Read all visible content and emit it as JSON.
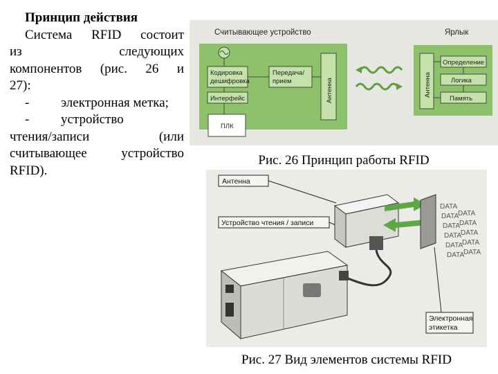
{
  "text": {
    "heading": "Принцип действия",
    "line1_words": [
      "Система",
      "RFID",
      "состоит"
    ],
    "line2_words": [
      "из",
      "следующих"
    ],
    "line3_words": [
      "компонентов",
      "(рис.",
      "26",
      "и"
    ],
    "line4": "27):",
    "bullet_dash": "-",
    "bullet1": "электронная метка;",
    "bullet2": "устройство",
    "line7_words": [
      "чтения/записи",
      "(или"
    ],
    "line8_words": [
      "считывающее",
      "устройство"
    ],
    "line9": "RFID)."
  },
  "fig26": {
    "reader_title": "Считывающее устройство",
    "tag_title": "Ярлык",
    "coding": [
      "Кодировка",
      "дешифровка"
    ],
    "transfer": [
      "Передача/",
      "прием"
    ],
    "antenna": "Антенна",
    "interface": "Интерфейс",
    "plc": "ПЛК",
    "tag_antenna": "Антенна",
    "detection": "Определение",
    "logic": "Логика",
    "memory": "Память",
    "caption": "Рис. 26 Принцип работы RFID"
  },
  "fig27": {
    "antenna_label": "Антенна",
    "reader_label": "Устройство чтения / записи",
    "tag_label": [
      "Электронная",
      "этикетка"
    ],
    "data_word": "DATA",
    "caption": "Рис. 27 Вид элементов системы RFID"
  },
  "colors": {
    "diagram_green": "#8dc26a",
    "box_fill": "#c4e2a9",
    "line": "#3f4a3c"
  }
}
